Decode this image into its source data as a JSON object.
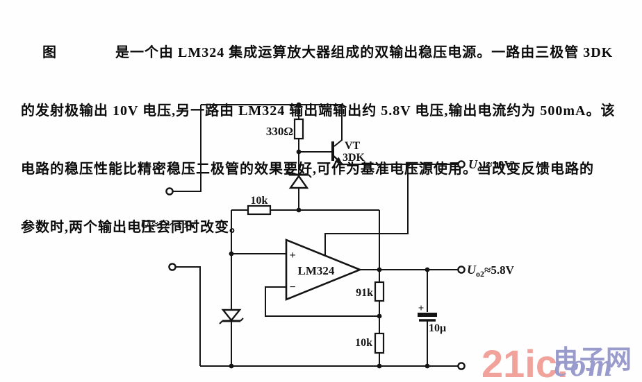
{
  "document": {
    "paragraph_lines": [
      "图　　　　是一个由 LM324 集成运算放大器组成的双输出稳压电源。一路由三极管 3DK",
      "的发射极输出 10V 电压,另一路由 LM324 输出端输出约 5.8V 电压,输出电流约为 500mA。该",
      "电路的稳压性能比精密稳压二极管的效果要好,可作为基准电压源使用。当改变反馈电路的",
      "参数时,两个输出电压会同时改变。"
    ]
  },
  "circuit": {
    "resistor_r1": "330Ω",
    "resistor_r2": "10k",
    "resistor_r3": "91k",
    "resistor_r4": "10k",
    "transistor_ref": "VT",
    "transistor_model": "3DK",
    "opamp_label": "LM324",
    "opamp_plus": "+",
    "opamp_minus": "−",
    "capacitor_value": "10μ",
    "capacitor_polarity": "+",
    "input_sym": "U",
    "input_sub": "i",
    "input_val": "≈12~13V",
    "output1_sym": "U",
    "output1_sub": "o1",
    "output1_val": "≈10V",
    "output2_sym": "U",
    "output2_sub": "o2",
    "output2_val": "≈5.8V"
  },
  "watermark": {
    "brand": "21ic.",
    "suffix": "com",
    "site_cn": "电子网",
    "brand_color": "#f0a29b",
    "suffix_color": "#9a9bcd"
  }
}
